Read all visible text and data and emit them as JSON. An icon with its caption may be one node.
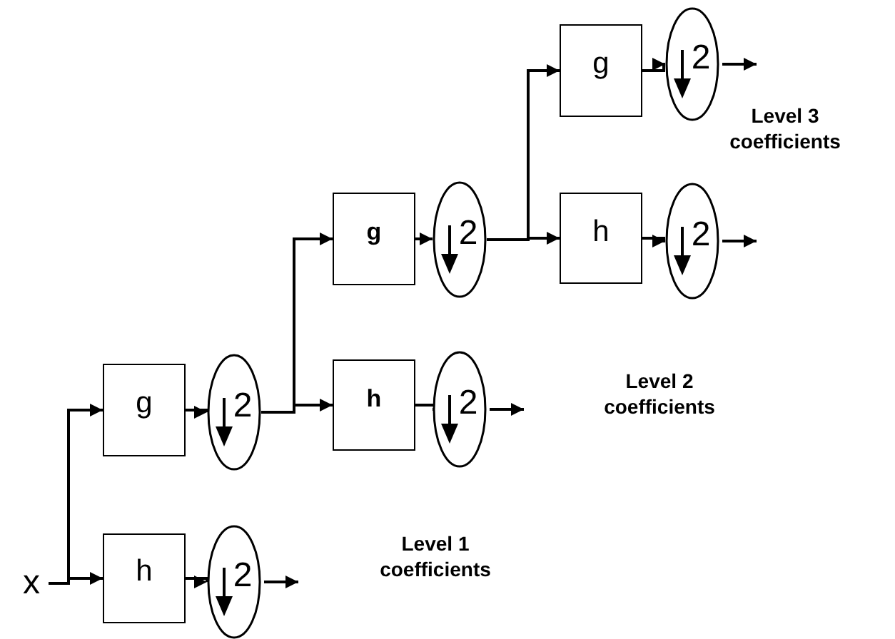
{
  "diagram": {
    "nodes": [
      {
        "text": [
          "x"
        ]
      },
      {
        "text": [
          "g"
        ]
      },
      {
        "text": [
          "2"
        ]
      },
      {
        "text": [
          "h"
        ]
      },
      {
        "text": [
          "2"
        ]
      },
      {
        "text": [
          "g"
        ]
      },
      {
        "text": [
          "2"
        ]
      },
      {
        "text": [
          "h"
        ]
      },
      {
        "text": [
          "2"
        ]
      },
      {
        "text": [
          "g"
        ]
      },
      {
        "text": [
          "2"
        ]
      },
      {
        "text": [
          "h"
        ]
      },
      {
        "text": [
          "2"
        ]
      }
    ],
    "edges": [
      {
        "from": 0,
        "to": 1,
        "arrow": "to"
      },
      {
        "from": 0,
        "to": 3,
        "arrow": "to"
      },
      {
        "from": 1,
        "to": 2,
        "arrow": "to"
      },
      {
        "from": 3,
        "to": 4,
        "arrow": "to"
      },
      {
        "from": 4,
        "to": null,
        "arrow": "to"
      },
      {
        "from": 2,
        "to": 5,
        "arrow": "to"
      },
      {
        "from": 2,
        "to": 7,
        "arrow": "to"
      },
      {
        "from": 5,
        "to": 6,
        "arrow": "to"
      },
      {
        "from": 7,
        "to": 8,
        "arrow": "to"
      },
      {
        "from": 8,
        "to": null,
        "arrow": "to"
      },
      {
        "from": 6,
        "to": 9,
        "arrow": "to"
      },
      {
        "from": 6,
        "to": 11,
        "arrow": "to"
      },
      {
        "from": 9,
        "to": 10,
        "arrow": "to"
      },
      {
        "from": 11,
        "to": 12,
        "arrow": "to"
      },
      {
        "from": 10,
        "to": null,
        "arrow": "to"
      },
      {
        "from": 12,
        "to": null,
        "arrow": "to"
      }
    ],
    "labels": [
      "Level 3 coefficients",
      "Level 2 coefficients",
      "Level 1 coefficients"
    ]
  }
}
